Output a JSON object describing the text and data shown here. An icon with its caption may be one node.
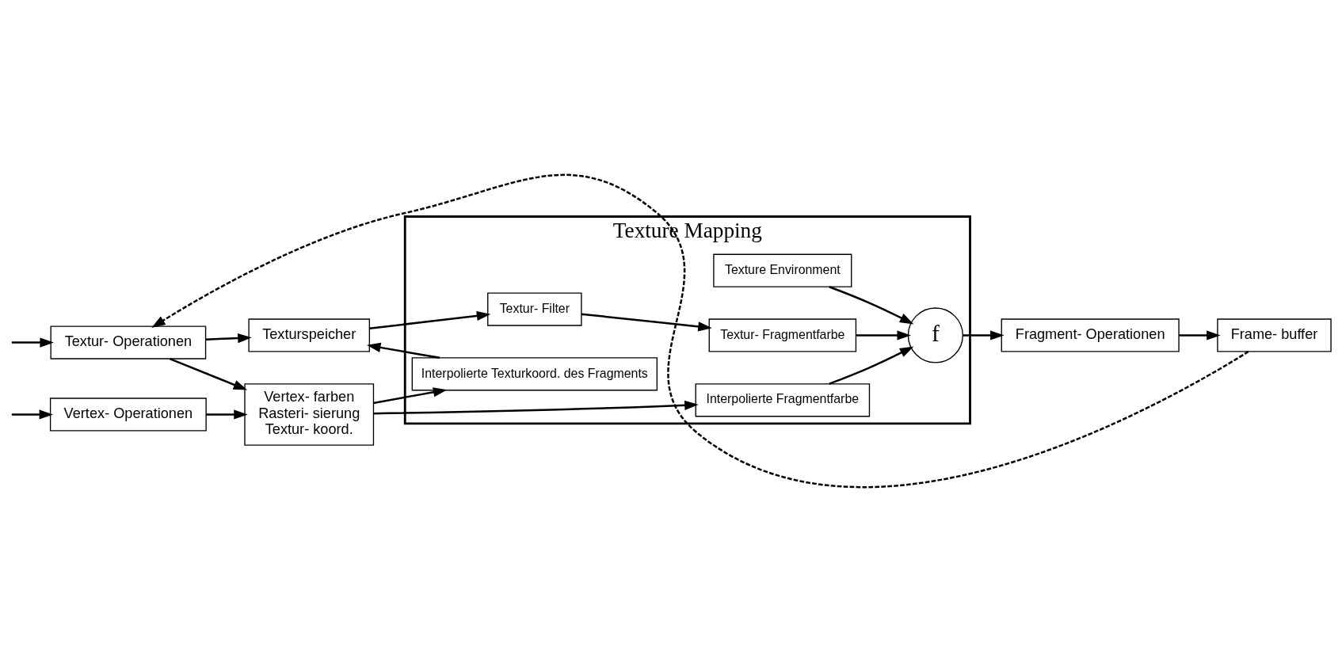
{
  "diagram": {
    "nodes": [
      {
        "text": [
          "Vertex- Operationen"
        ]
      },
      {
        "text": [
          "Vertex- farben",
          "Rasteri- sierung",
          "Textur- koord."
        ]
      },
      {
        "text": [
          "Texture Mapping"
        ]
      },
      {
        "text": [
          "Texture Environment"
        ],
        "in": 2
      },
      {
        "text": [
          "Interpolierte Fragmentfarbe"
        ],
        "in": 2
      },
      {
        "text": [
          "f"
        ],
        "in": 2
      },
      {
        "text": [
          "Textur- Fragmentfarbe"
        ],
        "in": 2
      },
      {
        "text": [
          "Interpolierte Texturkoord. des Fragments"
        ],
        "in": 2
      },
      {
        "text": [
          "Textur- Filter"
        ],
        "in": 2
      },
      {
        "text": [
          "Fragment- Operationen"
        ]
      },
      {
        "text": [
          "Frame- buffer"
        ]
      },
      {
        "text": [
          "Textur- Operationen"
        ]
      },
      {
        "text": [
          "Texturspeicher"
        ]
      }
    ],
    "edges": [
      {
        "from": null,
        "to": 0,
        "arrow": "to"
      },
      {
        "from": 0,
        "to": 1,
        "arrow": "to"
      },
      {
        "from": 11,
        "to": 1,
        "arrow": "to"
      },
      {
        "from": 1,
        "to": 4,
        "arrow": "to"
      },
      {
        "from": 1,
        "to": 7,
        "arrow": "to"
      },
      {
        "from": 4,
        "to": 5,
        "arrow": "to"
      },
      {
        "from": 3,
        "to": 5,
        "arrow": "to"
      },
      {
        "from": 6,
        "to": 5,
        "arrow": "to"
      },
      {
        "from": 8,
        "to": 6,
        "arrow": "to"
      },
      {
        "from": 12,
        "to": 8,
        "arrow": "to"
      },
      {
        "from": 7,
        "to": 12,
        "arrow": "to"
      },
      {
        "from": 5,
        "to": 9,
        "arrow": "to"
      },
      {
        "from": 9,
        "to": 10,
        "arrow": "to"
      },
      {
        "from": null,
        "to": 11,
        "arrow": "to"
      },
      {
        "from": 11,
        "to": 12,
        "arrow": "to"
      },
      {
        "from": 10,
        "to": 11,
        "arrow": "to",
        "style": "dashed"
      }
    ]
  }
}
